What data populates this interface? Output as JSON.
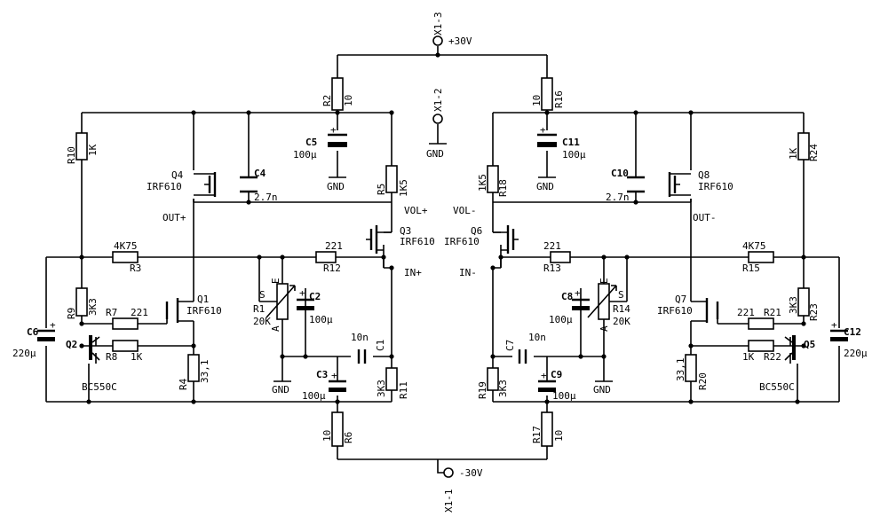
{
  "rails": {
    "pos_connector": "X1-3",
    "pos_label": "+30V",
    "gnd_connector": "X1-2",
    "gnd_label": "GND",
    "neg_connector": "X1-1",
    "neg_label": "-30V"
  },
  "signals": {
    "out_pos": "OUT+",
    "vol_pos": "VOL+",
    "in_pos": "IN+",
    "out_neg": "OUT-",
    "vol_neg": "VOL-",
    "in_neg": "IN-"
  },
  "components": {
    "R1": {
      "ref": "R1",
      "value": "20K",
      "pin_s": "S",
      "pin_e": "E",
      "pin_a": "A"
    },
    "R2": {
      "ref": "R2",
      "value": "10"
    },
    "R3": {
      "ref": "R3",
      "value": "4K75"
    },
    "R4": {
      "ref": "R4",
      "value": "33,1"
    },
    "R5": {
      "ref": "R5",
      "value": "1K5"
    },
    "R6": {
      "ref": "R6",
      "value": "10"
    },
    "R7": {
      "ref": "R7",
      "value": "221"
    },
    "R8": {
      "ref": "R8",
      "value": "1K"
    },
    "R9": {
      "ref": "R9",
      "value": "3K3"
    },
    "R10": {
      "ref": "R10",
      "value": "1K"
    },
    "R11": {
      "ref": "R11",
      "value": "3K3"
    },
    "R12": {
      "ref": "R12",
      "value": "221"
    },
    "R13": {
      "ref": "R13",
      "value": "221"
    },
    "R14": {
      "ref": "R14",
      "value": "20K",
      "pin_s": "S",
      "pin_e": "E",
      "pin_a": "A"
    },
    "R15": {
      "ref": "R15",
      "value": "4K75"
    },
    "R16": {
      "ref": "R16",
      "value": "10"
    },
    "R17": {
      "ref": "R17",
      "value": "10"
    },
    "R18": {
      "ref": "R18",
      "value": "1K5"
    },
    "R19": {
      "ref": "R19",
      "value": "3K3"
    },
    "R20": {
      "ref": "R20",
      "value": "33,1"
    },
    "R21": {
      "ref": "R21",
      "value": "221"
    },
    "R22": {
      "ref": "R22",
      "value": "1K"
    },
    "R23": {
      "ref": "R23",
      "value": "3K3"
    },
    "R24": {
      "ref": "R24",
      "value": "1K"
    },
    "C1": {
      "ref": "C1",
      "value": "10n"
    },
    "C2": {
      "ref": "C2",
      "value": "100µ"
    },
    "C3": {
      "ref": "C3",
      "value": "100µ"
    },
    "C4": {
      "ref": "C4",
      "value": "2.7n"
    },
    "C5": {
      "ref": "C5",
      "value": "100µ"
    },
    "C6": {
      "ref": "C6",
      "value": "220µ"
    },
    "C7": {
      "ref": "C7",
      "value": "10n"
    },
    "C8": {
      "ref": "C8",
      "value": "100µ"
    },
    "C9": {
      "ref": "C9",
      "value": "100µ"
    },
    "C10": {
      "ref": "C10",
      "value": "2.7n"
    },
    "C11": {
      "ref": "C11",
      "value": "100µ"
    },
    "C12": {
      "ref": "C12",
      "value": "220µ"
    },
    "Q1": {
      "ref": "Q1",
      "value": "IRF610"
    },
    "Q2": {
      "ref": "Q2",
      "value": "BC550C"
    },
    "Q3": {
      "ref": "Q3",
      "value": "IRF610"
    },
    "Q4": {
      "ref": "Q4",
      "value": "IRF610"
    },
    "Q5": {
      "ref": "Q5",
      "value": "BC550C"
    },
    "Q6": {
      "ref": "Q6",
      "value": "IRF610"
    },
    "Q7": {
      "ref": "Q7",
      "value": "IRF610"
    },
    "Q8": {
      "ref": "Q8",
      "value": "IRF610"
    }
  },
  "gnd_labels": {
    "c5": "GND",
    "c11": "GND",
    "r1": "GND",
    "r14": "GND"
  },
  "colors": {
    "ink": "#000000",
    "paper": "#ffffff"
  }
}
